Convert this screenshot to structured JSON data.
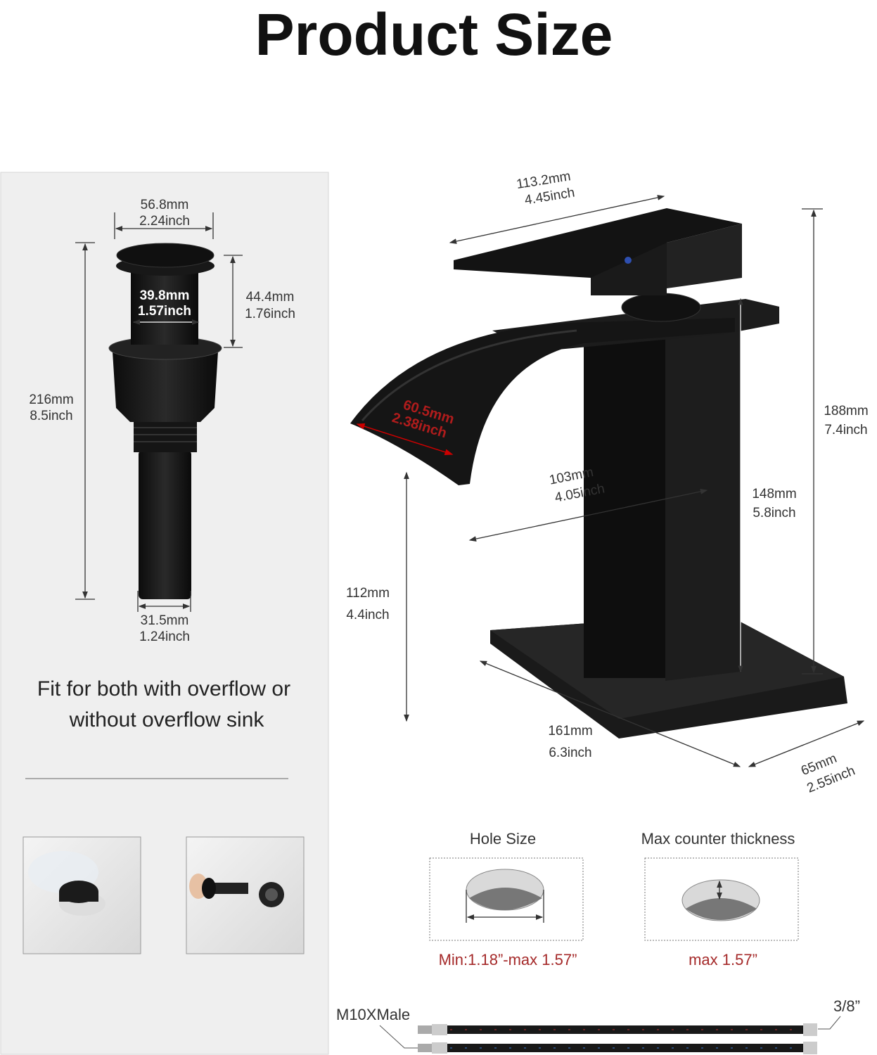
{
  "title": "Product Size",
  "drain": {
    "top_width": {
      "mm": "56.8mm",
      "inch": "2.24inch"
    },
    "neck_width": {
      "mm": "39.8mm",
      "inch": "1.57inch"
    },
    "neck_height": {
      "mm": "44.4mm",
      "inch": "1.76inch"
    },
    "total_height": {
      "mm": "216mm",
      "inch": "8.5inch"
    },
    "pipe_width": {
      "mm": "31.5mm",
      "inch": "1.24inch"
    },
    "fit_text": [
      "Fit for both with overflow or",
      "without overflow sink"
    ]
  },
  "faucet": {
    "handle_length": {
      "mm": "113.2mm",
      "inch": "4.45inch"
    },
    "spout_width": {
      "mm": "60.5mm",
      "inch": "2.38inch"
    },
    "total_height": {
      "mm": "188mm",
      "inch": "7.4inch"
    },
    "body_height": {
      "mm": "148mm",
      "inch": "5.8inch"
    },
    "spout_reach": {
      "mm": "103mm",
      "inch": "4.05inch"
    },
    "spout_height": {
      "mm": "112mm",
      "inch": "4.4inch"
    },
    "base_length": {
      "mm": "161mm",
      "inch": "6.3inch"
    },
    "base_width": {
      "mm": "65mm",
      "inch": "2.55inch"
    }
  },
  "hole_size": {
    "label": "Hole Size",
    "value": "Min:1.18”-max 1.57”"
  },
  "counter": {
    "label": "Max counter thickness",
    "value": "max 1.57”"
  },
  "hoses": {
    "left_label": "M10XMale",
    "right_label": "3/8”"
  },
  "colors": {
    "accent_red": "#a52a2a",
    "panel_bg": "#efefef",
    "product": "#1a1a1a"
  }
}
